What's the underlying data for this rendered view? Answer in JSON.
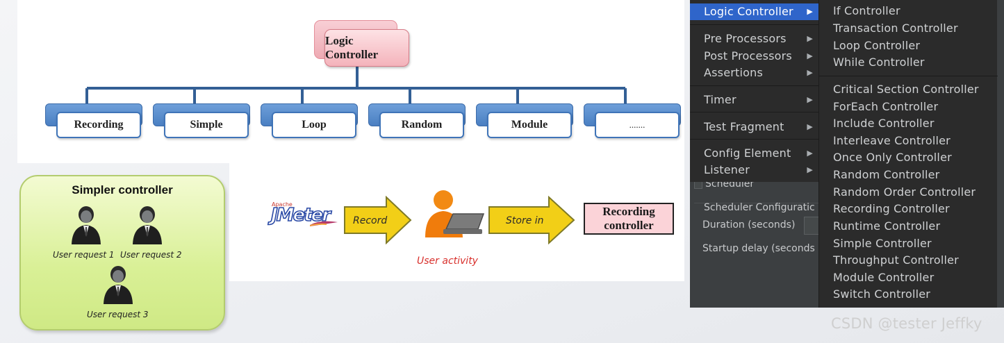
{
  "org_chart": {
    "root": "Logic Controller",
    "children": [
      "Recording",
      "Simple",
      "Loop",
      "Random",
      "Module",
      "......."
    ]
  },
  "simple_panel": {
    "title": "Simpler controller",
    "users": [
      "User request 1",
      "User request 2",
      "User request 3"
    ]
  },
  "recording_flow": {
    "source_logo": "JMeter",
    "source_logo_small": "Apache",
    "arrow1": "Record",
    "actor": "User activity",
    "arrow2": "Store in",
    "target_line1": "Recording",
    "target_line2": "controller"
  },
  "menu": {
    "items": [
      {
        "label": "Logic Controller",
        "selected": true
      },
      {
        "label": "Pre Processors"
      },
      {
        "label": "Post Processors"
      },
      {
        "label": "Assertions"
      },
      {
        "label": "Timer"
      },
      {
        "label": "Test Fragment"
      },
      {
        "label": "Config Element"
      },
      {
        "label": "Listener"
      }
    ],
    "submenu": [
      "If Controller",
      "Transaction Controller",
      "Loop Controller",
      "While Controller",
      "Critical Section Controller",
      "ForEach Controller",
      "Include Controller",
      "Interleave Controller",
      "Once Only Controller",
      "Random Controller",
      "Random Order Controller",
      "Recording Controller",
      "Runtime Controller",
      "Simple Controller",
      "Throughput Controller",
      "Module Controller",
      "Switch Controller"
    ],
    "background": {
      "scheduler_checkbox": "Scheduler",
      "scheduler_config": "Scheduler Configuratic",
      "duration": "Duration (seconds)",
      "startup_delay": "Startup delay (seconds"
    }
  },
  "watermark": "CSDN @tester Jeffky",
  "colors": {
    "selected": "#2f65ca",
    "menu_bg": "#2b2b2b",
    "pink_card": "#f4b3bb",
    "blue_tab": "#4a7fc2",
    "green_panel": "#d9f096",
    "yellow_arrow": "#f2cf17"
  }
}
